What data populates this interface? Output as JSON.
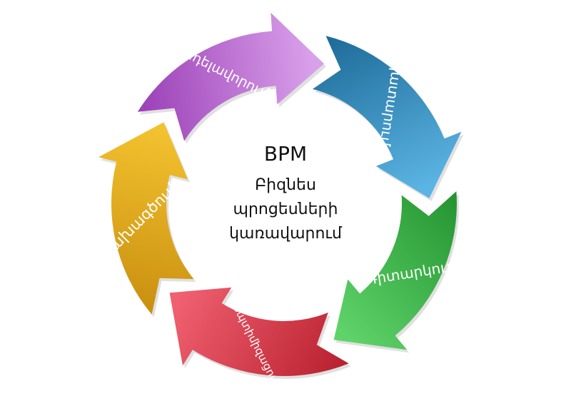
{
  "center": {
    "title": "BPM",
    "lines": [
      "Բիզնես",
      "պրոցեսների",
      "կառավարում"
    ]
  },
  "stages": [
    {
      "label": "նախագծում",
      "color_light": "#f2c12e",
      "color_dark": "#c98f10"
    },
    {
      "label": "մոդելավորում",
      "color_light": "#d9a0ea",
      "color_dark": "#9a3fb6"
    },
    {
      "label": "կատարում",
      "color_light": "#5bb4e3",
      "color_dark": "#1d6a97"
    },
    {
      "label": "Դիտարկում",
      "color_light": "#5fd36a",
      "color_dark": "#23932f"
    },
    {
      "label": "օպտիմիզացում",
      "color_light": "#f06070",
      "color_dark": "#b8202e"
    }
  ]
}
